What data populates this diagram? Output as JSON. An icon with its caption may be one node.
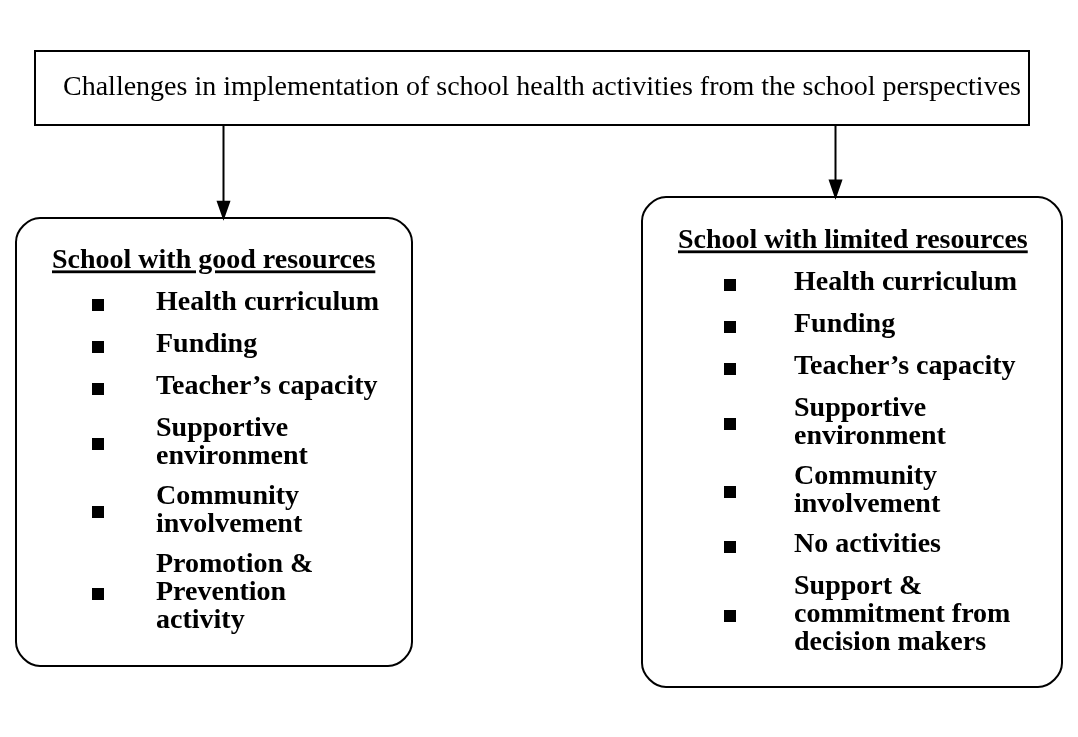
{
  "diagram": {
    "nodes": [
      {
        "text": [
          "Challenges in implementation of school health activities from the school perspectives"
        ]
      },
      {
        "text": [
          "School with good resources",
          "Health curriculum",
          "Funding",
          "Teacher’s capacity",
          "Supportive environment",
          "Community involvement",
          "Promotion & Prevention activity"
        ]
      },
      {
        "text": [
          "School with limited resources",
          "Health curriculum",
          "Funding",
          "Teacher’s capacity",
          "Supportive environment",
          "Community involvement",
          "No activities",
          "Support & commitment from decision makers"
        ]
      }
    ],
    "edges": [
      {
        "from": 0,
        "to": 1,
        "arrow": "to"
      },
      {
        "from": 0,
        "to": 2,
        "arrow": "to"
      }
    ]
  }
}
